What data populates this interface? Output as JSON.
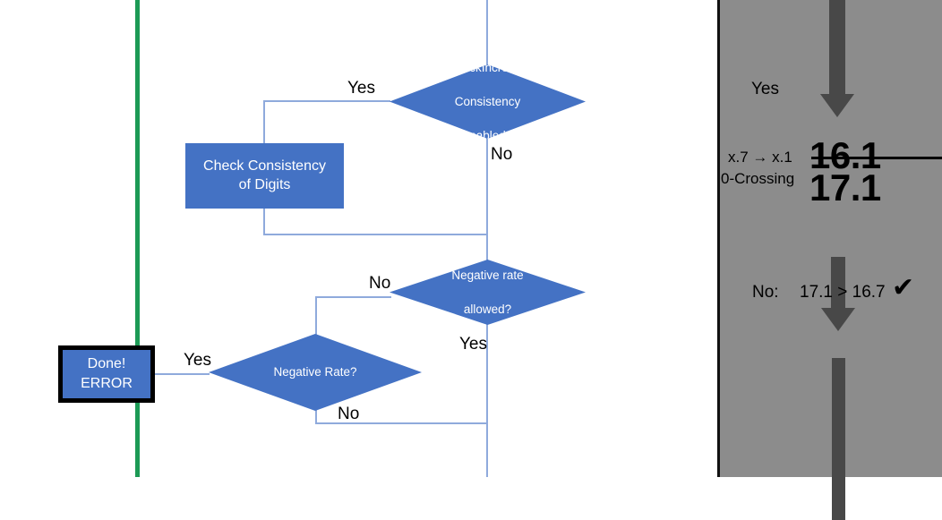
{
  "flowchart": {
    "nodes": [
      {
        "id": "check-increase-consistency",
        "shape": "diamond",
        "line1": "CheckIncrease",
        "line2": "Consistency",
        "line3": "enabled?"
      },
      {
        "id": "check-consistency-of-digits",
        "shape": "process",
        "line1": "Check Consistency",
        "line2": "of Digits"
      },
      {
        "id": "negative-rate-allowed",
        "shape": "diamond",
        "line1": "Negative rate",
        "line2": "allowed?"
      },
      {
        "id": "negative-rate",
        "shape": "diamond",
        "line1": "Negative Rate?"
      },
      {
        "id": "done-error",
        "shape": "terminator",
        "line1": "Done!",
        "line2": "ERROR"
      }
    ],
    "edge_labels": {
      "consistency_yes": "Yes",
      "consistency_no": "No",
      "negative_rate_allowed_no": "No",
      "negative_rate_allowed_yes": "Yes",
      "negative_rate_yes": "Yes",
      "negative_rate_no": "No"
    },
    "colors": {
      "node_fill": "#4472C4",
      "connector": "#8FAADC",
      "guide_line": "#1C9A55",
      "node_text": "#FFFFFF"
    }
  },
  "right_panel": {
    "background": "#8C8C8C",
    "arrow_color": "#484848",
    "yes_label": "Yes",
    "rule_label_line1": "x.7 → x.1",
    "rule_label_line2": "0-Crossing",
    "value_struck": "16.1",
    "value_current": "17.1",
    "result_prefix": "No:",
    "result_comparison": "17.1 > 16.7",
    "result_check": "✔"
  }
}
